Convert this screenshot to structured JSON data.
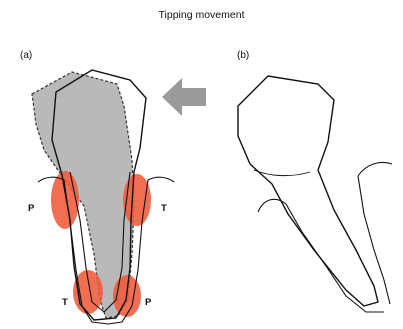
{
  "title": "Tipping movement",
  "panels": {
    "a": {
      "label": "(a)"
    },
    "b": {
      "label": "(b)"
    }
  },
  "zones": {
    "pressure_left": "P",
    "tension_right": "T",
    "tension_apex": "T",
    "pressure_apex": "P"
  },
  "colors": {
    "pressure_zone": "#ef5a3a",
    "displaced_tooth": "#b9b9b9",
    "arrow": "#9a9a9a",
    "line": "#111111"
  }
}
